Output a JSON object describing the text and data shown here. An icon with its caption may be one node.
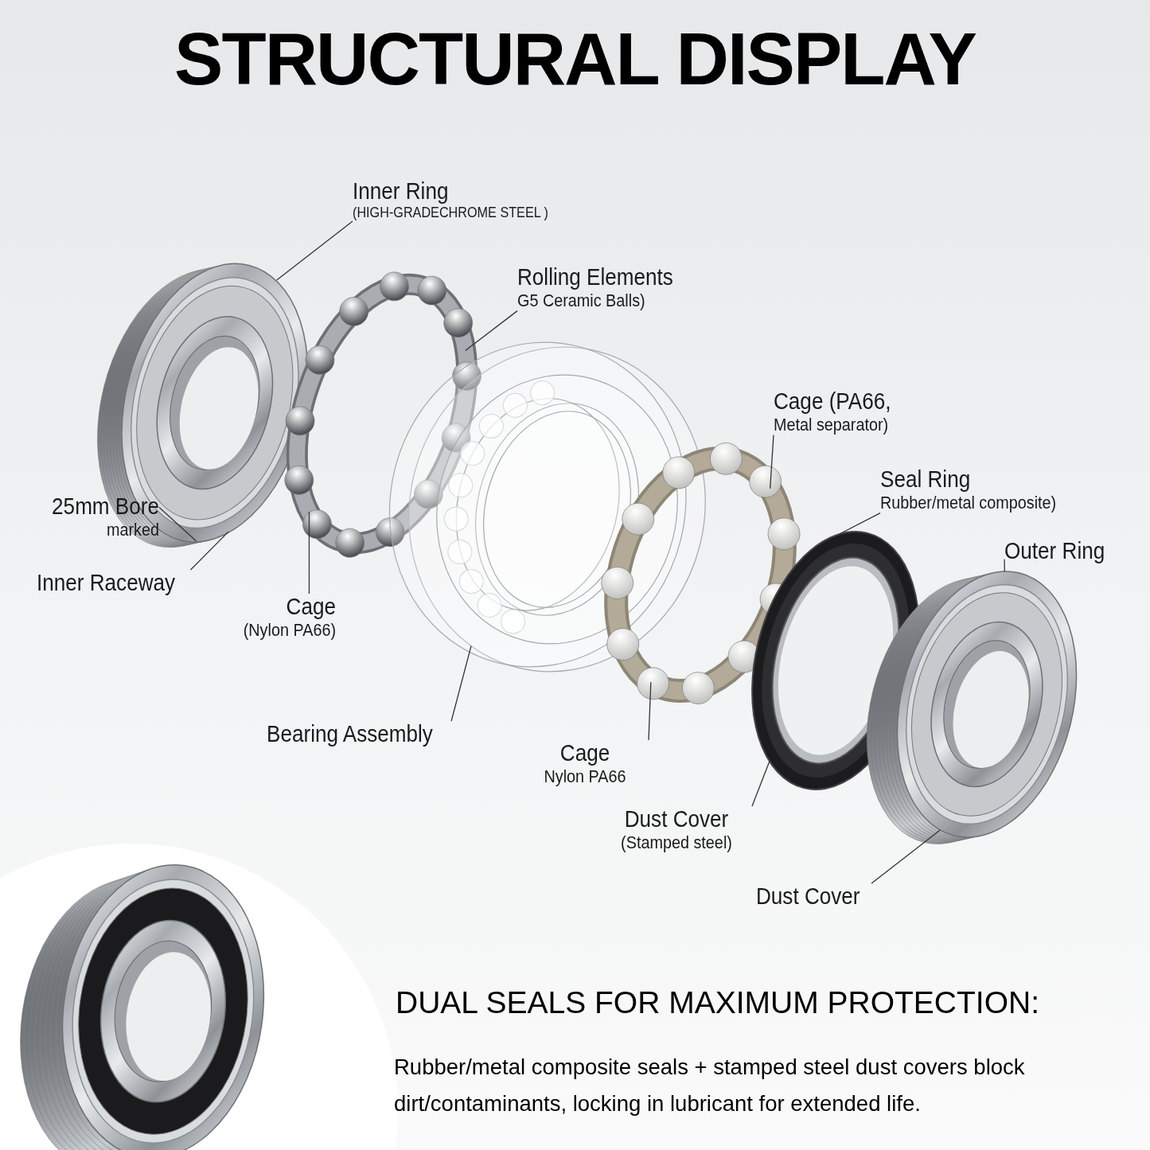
{
  "diagram": {
    "title": "STRUCTURAL DISPLAY",
    "nodes": [
      {
        "text": [
          "Inner Ring",
          "(HIGH-GRADECHROME STEEL )"
        ]
      },
      {
        "text": [
          "Rolling Elements",
          "G5 Ceramic Balls)"
        ]
      },
      {
        "text": [
          "Cage (PA66,",
          "Metal separator)"
        ]
      },
      {
        "text": [
          "Seal Ring",
          "Rubber/metal composite)"
        ]
      },
      {
        "text": [
          "25mm Bore",
          "marked"
        ]
      },
      {
        "text": [
          "Outer Ring"
        ]
      },
      {
        "text": [
          "Inner Raceway"
        ]
      },
      {
        "text": [
          "Cage",
          "(Nylon PA66)"
        ]
      },
      {
        "text": [
          "Bearing Assembly"
        ]
      },
      {
        "text": [
          "Cage",
          "Nylon PA66"
        ]
      },
      {
        "text": [
          "Dust Cover",
          "(Stamped steel)"
        ]
      },
      {
        "text": [
          "Dust Cover"
        ]
      },
      {
        "text": [],
        "shape": "picture"
      },
      {
        "text": [],
        "shape": "picture"
      },
      {
        "text": [],
        "shape": "picture"
      },
      {
        "text": [],
        "shape": "picture"
      },
      {
        "text": [],
        "shape": "picture"
      },
      {
        "text": [],
        "shape": "picture"
      }
    ],
    "edges": [
      {
        "from": 0,
        "to": 12,
        "arrow": "none"
      },
      {
        "from": 1,
        "to": 13,
        "arrow": "none"
      },
      {
        "from": 2,
        "to": 15,
        "arrow": "none"
      },
      {
        "from": 3,
        "to": 16,
        "arrow": "none"
      },
      {
        "from": 4,
        "to": 12,
        "arrow": "none"
      },
      {
        "from": 5,
        "to": 17,
        "arrow": "none"
      },
      {
        "from": 6,
        "to": 12,
        "arrow": "none"
      },
      {
        "from": 7,
        "to": 13,
        "arrow": "none"
      },
      {
        "from": 8,
        "to": 14,
        "arrow": "none"
      },
      {
        "from": 9,
        "to": 15,
        "arrow": "none"
      },
      {
        "from": 10,
        "to": 16,
        "arrow": "none"
      },
      {
        "from": 11,
        "to": 17,
        "arrow": "none"
      }
    ],
    "labels": [
      "DUAL SEALS FOR MAXIMUM PROTECTION:",
      "Rubber/metal composite seals + stamped steel dust covers block dirt/contaminants, locking in lubricant for extended life."
    ]
  }
}
